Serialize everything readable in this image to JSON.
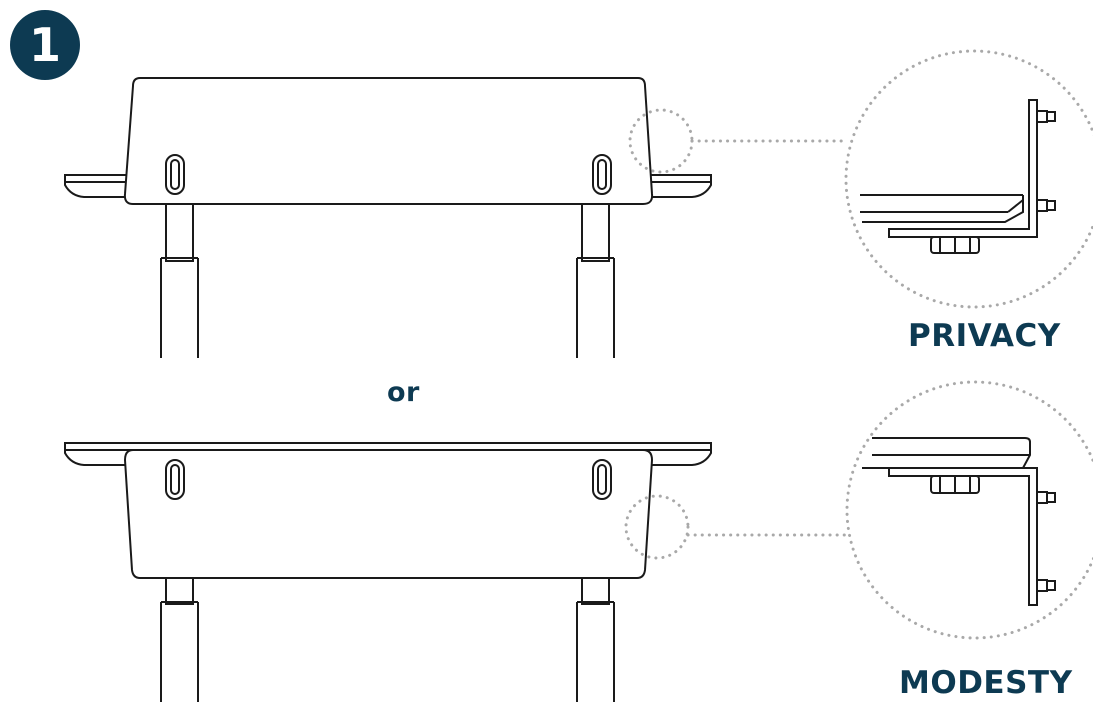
{
  "step": {
    "number": "1"
  },
  "labels": {
    "privacy": "PRIVACY",
    "or": "or",
    "modesty": "MODESTY"
  },
  "colors": {
    "accent": "#0d3a52",
    "line": "#1a1a1a",
    "dotted": "#a9a9a9"
  }
}
